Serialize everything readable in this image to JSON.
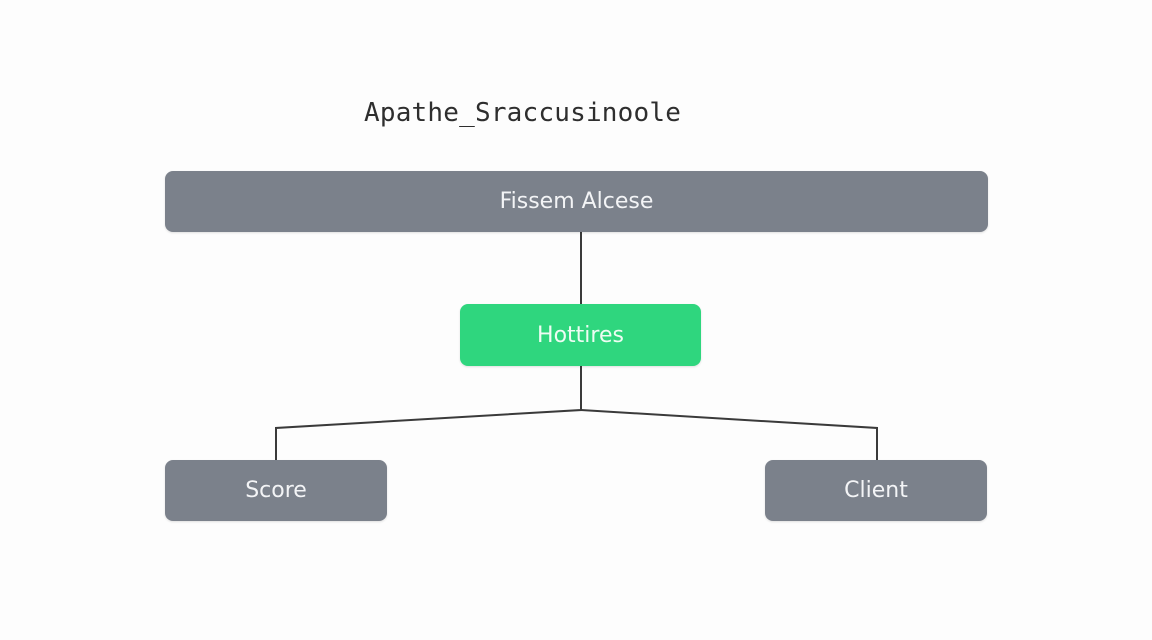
{
  "diagram": {
    "title": "Apathe_Sraccusinoole",
    "nodes": {
      "top": {
        "label": "Fissem Alcese",
        "color": "#7b818b"
      },
      "middle": {
        "label": "Hottires",
        "color": "#2fd67e"
      },
      "left": {
        "label": "Score",
        "color": "#7b818b"
      },
      "right": {
        "label": "Client",
        "color": "#7b818b"
      }
    },
    "edges": [
      {
        "from": "top",
        "to": "middle"
      },
      {
        "from": "middle",
        "to": "left"
      },
      {
        "from": "middle",
        "to": "right"
      }
    ],
    "connector_color": "#3a3a3a"
  }
}
